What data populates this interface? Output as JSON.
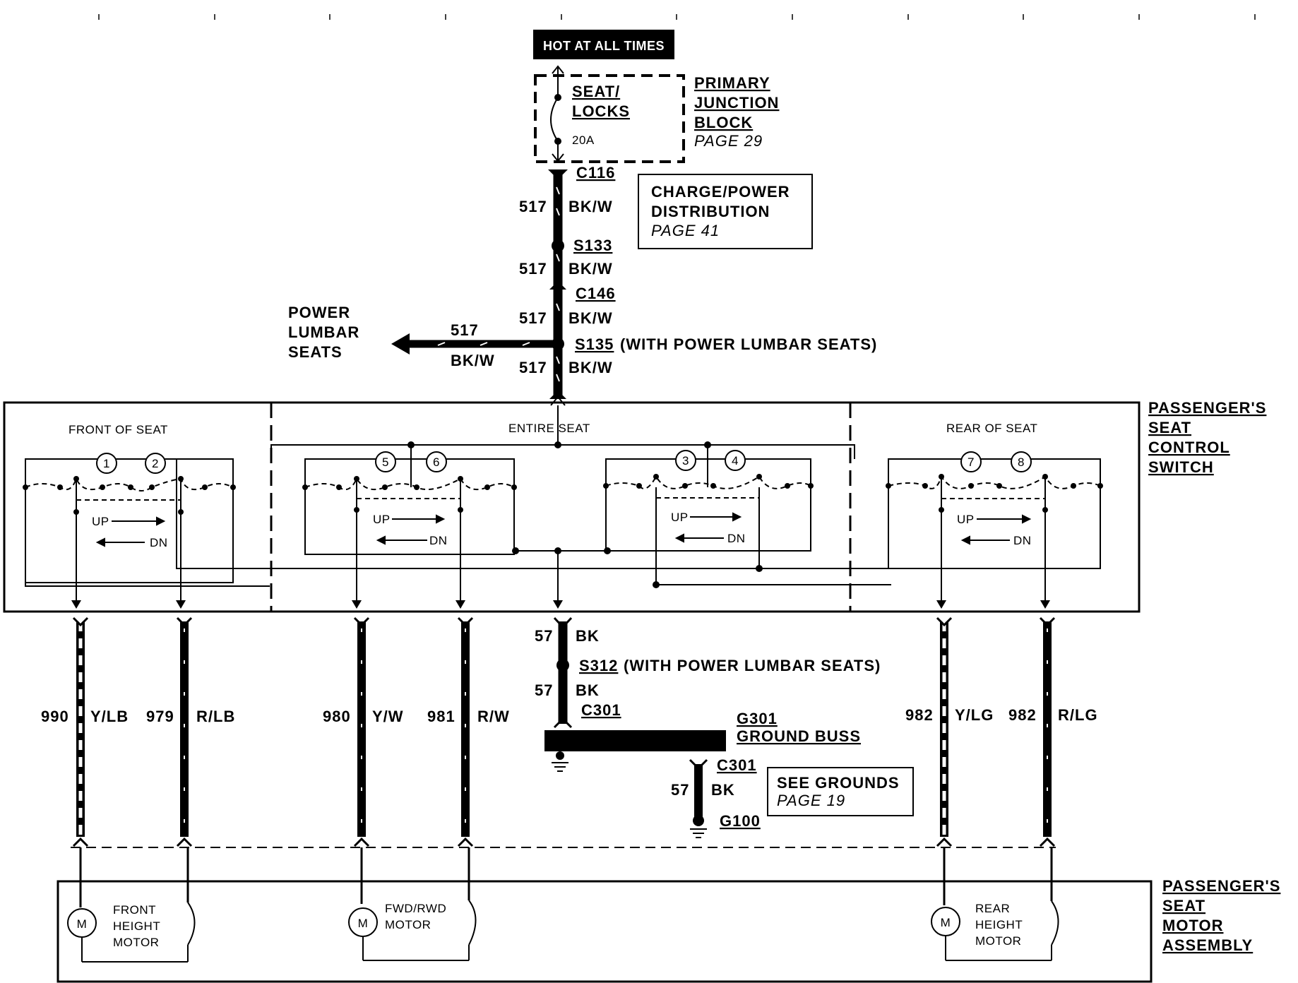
{
  "hot_label": "HOT AT ALL TIMES",
  "fuse": {
    "name_line1": "SEAT/",
    "name_line2": "LOCKS",
    "rating": "20A"
  },
  "junction_block": {
    "line1": "PRIMARY",
    "line2": "JUNCTION",
    "line3": "BLOCK",
    "page": "PAGE 29"
  },
  "charge_power": {
    "line1": "CHARGE/POWER",
    "line2": "DISTRIBUTION",
    "page": "PAGE 41"
  },
  "feed": {
    "c116": "C116",
    "s133": "S133",
    "c146": "C146",
    "s135": "S135",
    "s135_note": "(WITH POWER LUMBAR SEATS)",
    "circuit": "517",
    "color": "BK/W"
  },
  "lumbar": {
    "line1": "POWER",
    "line2": "LUMBAR",
    "line3": "SEATS",
    "circuit": "517",
    "color": "BK/W"
  },
  "switch": {
    "title1": "PASSENGER'S",
    "title2": "SEAT",
    "title3": "CONTROL",
    "title4": "SWITCH",
    "front_label": "FRONT OF SEAT",
    "entire_label": "ENTIRE SEAT",
    "rear_label": "REAR OF SEAT",
    "contacts": [
      "1",
      "2",
      "5",
      "6",
      "3",
      "4",
      "7",
      "8"
    ],
    "up": "UP",
    "dn": "DN"
  },
  "wires": [
    {
      "circuit": "990",
      "color": "Y/LB"
    },
    {
      "circuit": "979",
      "color": "R/LB"
    },
    {
      "circuit": "980",
      "color": "Y/W"
    },
    {
      "circuit": "981",
      "color": "R/W"
    },
    {
      "circuit": "982",
      "color": "Y/LG"
    },
    {
      "circuit": "982",
      "color": "R/LG"
    }
  ],
  "ground": {
    "circuit": "57",
    "color": "BK",
    "s312": "S312",
    "s312_note": "(WITH POWER LUMBAR SEATS)",
    "c301": "C301",
    "g301": "G301",
    "buss": "GROUND BUSS",
    "c301b": "C301",
    "g100": "G100"
  },
  "see_grounds": {
    "line1": "SEE GROUNDS",
    "page": "PAGE 19"
  },
  "motors": {
    "title1": "PASSENGER'S",
    "title2": "SEAT",
    "title3": "MOTOR",
    "title4": "ASSEMBLY",
    "symbol": "M",
    "front": [
      "FRONT",
      "HEIGHT",
      "MOTOR"
    ],
    "fwd": [
      "FWD/RWD",
      "MOTOR"
    ],
    "rear": [
      "REAR",
      "HEIGHT",
      "MOTOR"
    ]
  }
}
